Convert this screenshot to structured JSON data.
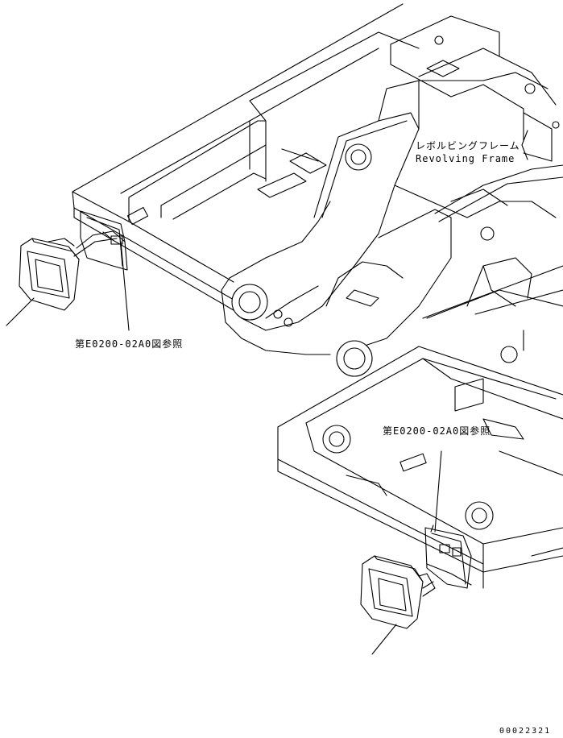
{
  "labels": {
    "ref_upper": "第E0200-02A0図参照",
    "ref_lower": "第E0200-02A0図参照",
    "frame_jp": "レボルビングフレーム",
    "frame_en": "Revolving Frame",
    "doc_number": "00022321"
  },
  "colors": {
    "line": "#000000",
    "background": "#ffffff"
  }
}
